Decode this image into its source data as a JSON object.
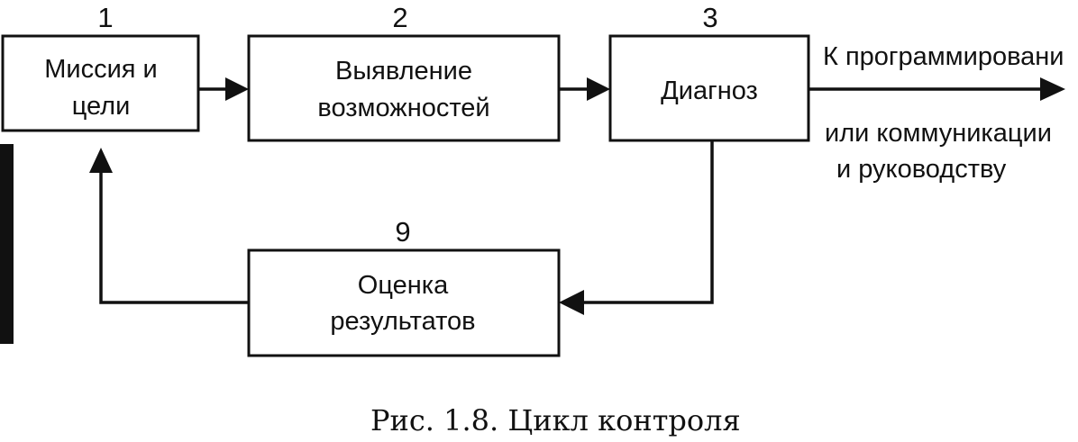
{
  "blocks": [
    {
      "number": "1",
      "lines": [
        "Миссия и",
        "цели"
      ]
    },
    {
      "number": "2",
      "lines": [
        "Выявление",
        "возможностей"
      ]
    },
    {
      "number": "3",
      "lines": [
        "Диагноз"
      ]
    },
    {
      "number": "9",
      "lines": [
        "Оценка",
        "результатов"
      ]
    }
  ],
  "output": {
    "lines": [
      "К программировани",
      "или коммуникации",
      "и руководству"
    ]
  },
  "caption": "Рис. 1.8. Цикл контроля",
  "colors": {
    "ink": "#111111",
    "paper": "#ffffff"
  }
}
